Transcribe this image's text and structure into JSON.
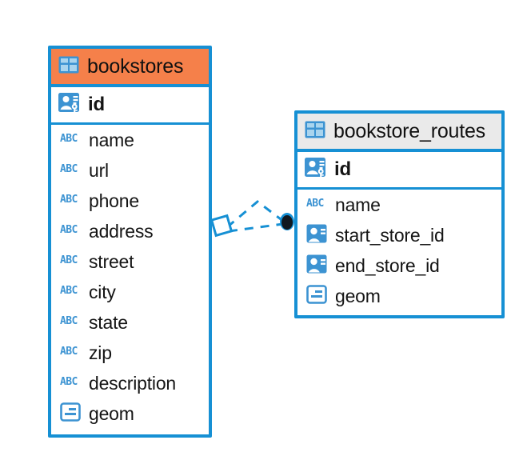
{
  "diagram": {
    "type": "entity-relationship-diagram",
    "colors": {
      "entity_border": "#1690D4",
      "selected_header": "#F5804A",
      "normal_header": "#EAEAEA",
      "icon_blue": "#3C93D2",
      "connector_line": "#1690D4",
      "connector_endpoint": "#101820",
      "background": "#FFFFFF",
      "text": "#151515"
    },
    "entities": [
      {
        "name": "bookstores",
        "selected": true,
        "table_icon": "table-icon",
        "primary_key": {
          "label": "id",
          "icon": "primary-key-icon"
        },
        "fields": [
          {
            "label": "name",
            "icon": "abc-icon",
            "icon_text": "ABC"
          },
          {
            "label": "url",
            "icon": "abc-icon",
            "icon_text": "ABC"
          },
          {
            "label": "phone",
            "icon": "abc-icon",
            "icon_text": "ABC"
          },
          {
            "label": "address",
            "icon": "abc-icon",
            "icon_text": "ABC"
          },
          {
            "label": "street",
            "icon": "abc-icon",
            "icon_text": "ABC"
          },
          {
            "label": "city",
            "icon": "abc-icon",
            "icon_text": "ABC"
          },
          {
            "label": "state",
            "icon": "abc-icon",
            "icon_text": "ABC"
          },
          {
            "label": "zip",
            "icon": "abc-icon",
            "icon_text": "ABC"
          },
          {
            "label": "description",
            "icon": "abc-icon",
            "icon_text": "ABC"
          },
          {
            "label": "geom",
            "icon": "geometry-icon"
          }
        ]
      },
      {
        "name": "bookstore_routes",
        "selected": false,
        "table_icon": "table-icon",
        "primary_key": {
          "label": "id",
          "icon": "primary-key-icon"
        },
        "fields": [
          {
            "label": "name",
            "icon": "abc-icon",
            "icon_text": "ABC"
          },
          {
            "label": "start_store_id",
            "icon": "foreign-key-icon"
          },
          {
            "label": "end_store_id",
            "icon": "foreign-key-icon"
          },
          {
            "label": "geom",
            "icon": "geometry-icon"
          }
        ]
      }
    ],
    "relationships": [
      {
        "from": "bookstore_routes.start_store_id",
        "to": "bookstores.id",
        "style": "dashed",
        "source_endpoint": "circle",
        "target_endpoint": "diamond"
      },
      {
        "from": "bookstore_routes.end_store_id",
        "to": "bookstores.id",
        "style": "dashed",
        "source_endpoint": "circle",
        "target_endpoint": "diamond"
      }
    ]
  }
}
